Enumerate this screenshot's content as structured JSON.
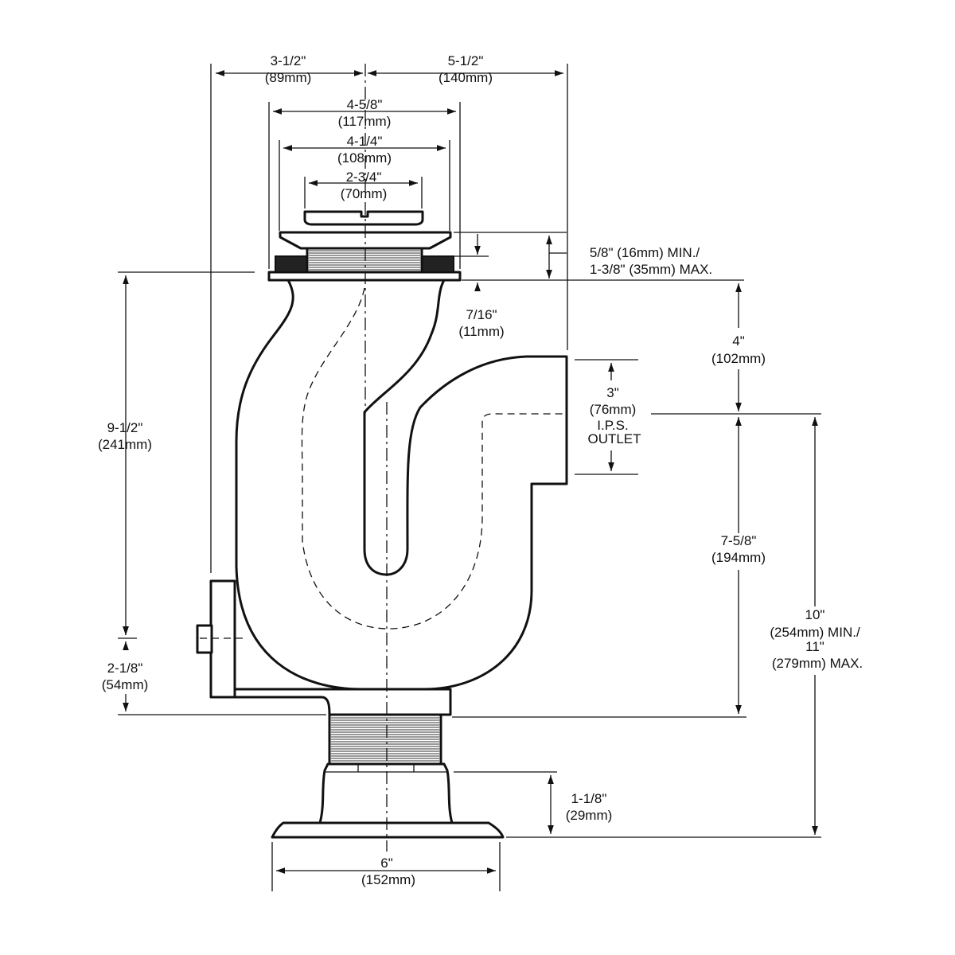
{
  "dimensions": {
    "left_to_center": {
      "line1": "3-1/2\"",
      "line2": "(89mm)"
    },
    "center_to_outlet": {
      "line1": "5-1/2\"",
      "line2": "(140mm)"
    },
    "flange_outer": {
      "line1": "4-5/8\"",
      "line2": "(117mm)"
    },
    "flange_inner": {
      "line1": "4-1/4\"",
      "line2": "(108mm)"
    },
    "strainer": {
      "line1": "2-3/4\"",
      "line2": "(70mm)"
    },
    "sink_thickness": {
      "line1": "5/8\" (16mm) MIN./",
      "line2": "1-3/8\" (35mm) MAX."
    },
    "flange_lip": {
      "line1": "7/16\"",
      "line2": "(11mm)"
    },
    "top_to_outlet": {
      "line1": "4\"",
      "line2": "(102mm)"
    },
    "outlet": {
      "line1": "3\"",
      "line2": "(76mm)",
      "line3": "I.P.S.",
      "line4": "OUTLET"
    },
    "overall_left": {
      "line1": "9-1/2\"",
      "line2": "(241mm)"
    },
    "cleanout": {
      "line1": "2-1/8\"",
      "line2": "(54mm)"
    },
    "outlet_to_bottom": {
      "line1": "7-5/8\"",
      "line2": "(194mm)"
    },
    "total_height": {
      "line1": "10\"",
      "line2": "(254mm) MIN./",
      "line3": "11\"",
      "line4": "(279mm) MAX."
    },
    "base_height": {
      "line1": "1-1/8\"",
      "line2": "(29mm)"
    },
    "base_width": {
      "line1": "6\"",
      "line2": "(152mm)"
    }
  }
}
